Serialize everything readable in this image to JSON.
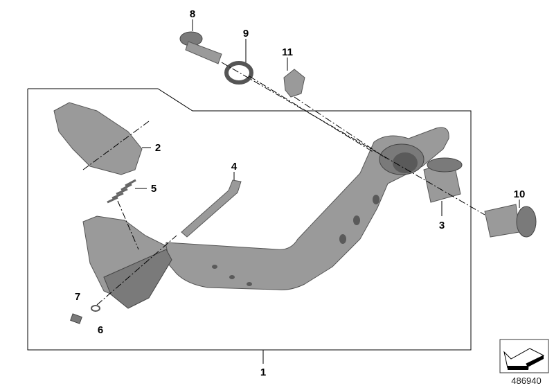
{
  "diagram": {
    "callouts": [
      "1",
      "2",
      "3",
      "4",
      "5",
      "6",
      "7",
      "8",
      "9",
      "10",
      "11"
    ],
    "reference_number": "486940"
  },
  "colors": {
    "part_fill": "#9a9a9a",
    "frame": "#000000"
  }
}
